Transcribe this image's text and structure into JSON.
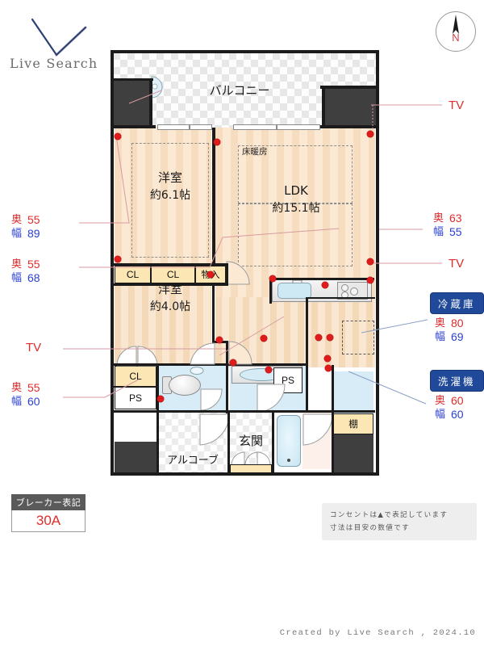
{
  "brand": {
    "name": "Live Search",
    "footer": "Created by Live Search , 2024.10"
  },
  "compass": {
    "label": "N"
  },
  "plan": {
    "balcony": "バルコニー",
    "floor_heating": "床暖房",
    "rooms": [
      {
        "name": "洋室",
        "size": "約6.1帖"
      },
      {
        "name": "LDK",
        "size": "約15.1帖"
      },
      {
        "name": "洋室",
        "size": "約4.0帖"
      }
    ],
    "storages": [
      {
        "label": "CL"
      },
      {
        "label": "CL"
      },
      {
        "label": "物入"
      },
      {
        "label": "CL"
      },
      {
        "label": "PS"
      },
      {
        "label": "PS"
      },
      {
        "label": "棚"
      }
    ],
    "entrance": "玄関",
    "alcove": "アルコーブ"
  },
  "dimensions": {
    "left": [
      {
        "depth_label": "奥",
        "depth": "55",
        "width_label": "幅",
        "width": "89"
      },
      {
        "depth_label": "奥",
        "depth": "55",
        "width_label": "幅",
        "width": "68"
      },
      {
        "depth_label": "奥",
        "depth": "55",
        "width_label": "幅",
        "width": "60"
      }
    ],
    "right": [
      {
        "depth_label": "奥",
        "depth": "63",
        "width_label": "幅",
        "width": "55"
      }
    ],
    "tv_labels": [
      "TV",
      "TV",
      "TV"
    ]
  },
  "appliances": [
    {
      "tag": "冷蔵庫",
      "depth_label": "奥",
      "depth": "80",
      "width_label": "幅",
      "width": "69"
    },
    {
      "tag": "洗濯機",
      "depth_label": "奥",
      "depth": "60",
      "width_label": "幅",
      "width": "60"
    }
  ],
  "breaker": {
    "title": "ブレーカー表記",
    "value": "30A"
  },
  "notes": {
    "line1": "コンセントは▲で表記しています",
    "line2": "寸法は目安の数値です"
  }
}
